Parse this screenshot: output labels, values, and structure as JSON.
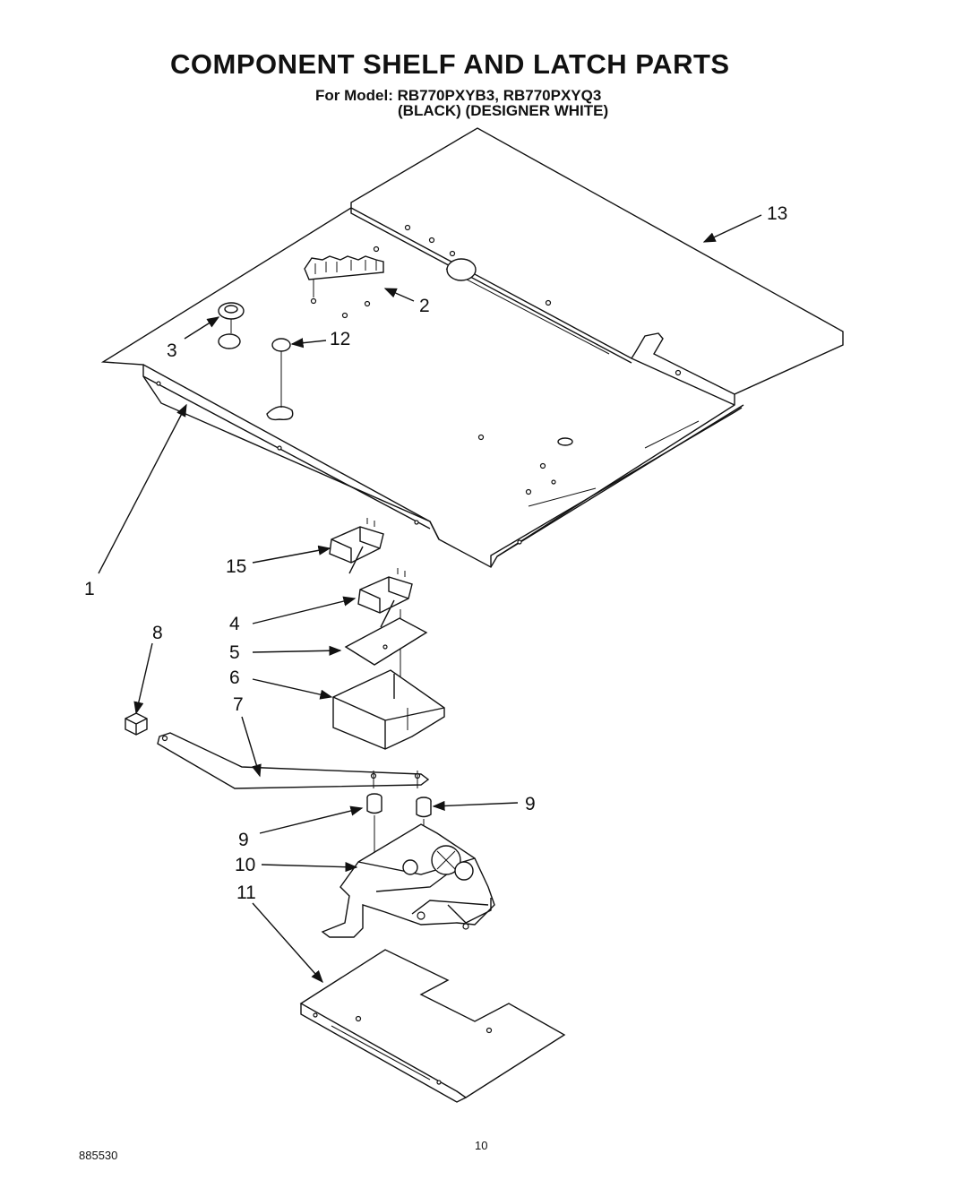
{
  "header": {
    "title": "COMPONENT SHELF AND LATCH PARTS",
    "model_line": "For Model: RB770PXYB3, RB770PXYQ3",
    "color_line": "(BLACK) (DESIGNER WHITE)"
  },
  "footer": {
    "doc_number": "885530",
    "page_number": "10"
  },
  "callouts": {
    "c1": "1",
    "c2": "2",
    "c3": "3",
    "c4": "4",
    "c5": "5",
    "c6": "6",
    "c7": "7",
    "c8": "8",
    "c9a": "9",
    "c9b": "9",
    "c10": "10",
    "c11": "11",
    "c12": "12",
    "c13": "13",
    "c15": "15"
  }
}
